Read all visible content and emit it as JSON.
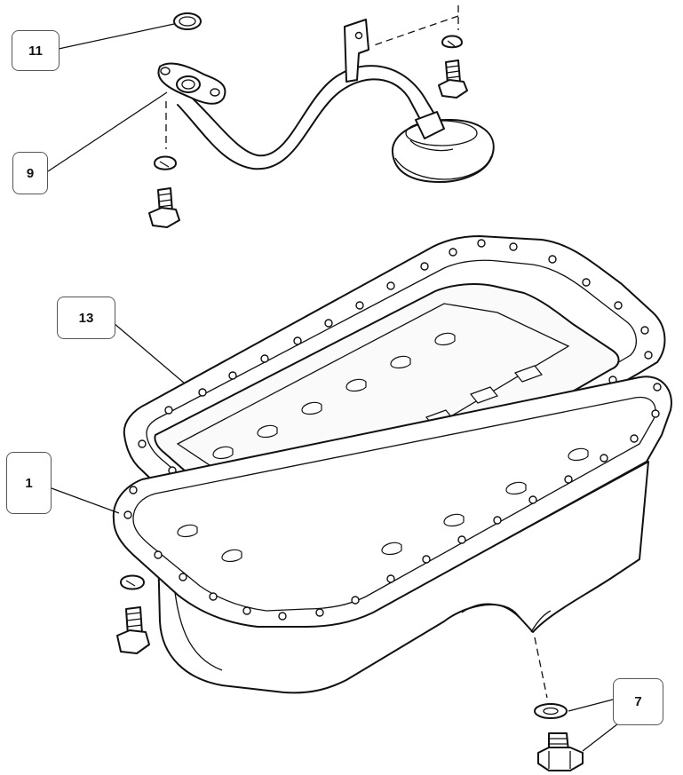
{
  "callouts": {
    "c11": "11",
    "c9": "9",
    "c13": "13",
    "c1": "1",
    "c7": "7"
  },
  "colors": {
    "ink": "#111111",
    "paper": "#ffffff"
  },
  "icons": [
    "oil-pickup-tube",
    "oil-pan-gasket",
    "oil-pan",
    "bolt",
    "washer",
    "drain-plug"
  ]
}
